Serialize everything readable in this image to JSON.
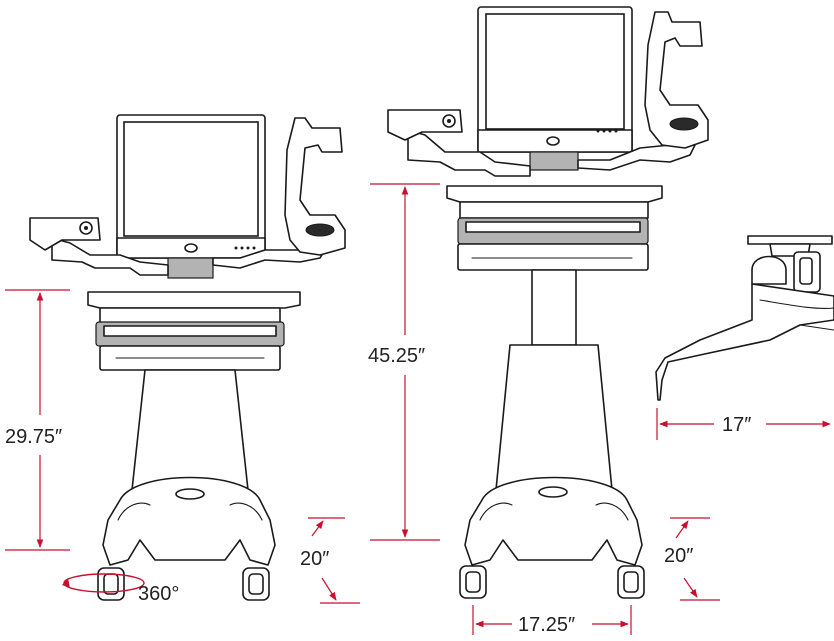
{
  "dimensions": {
    "cart_a_height": "29.75″",
    "cart_a_base_depth": "20″",
    "cart_a_rotation": "360°",
    "cart_b_height": "45.25″",
    "cart_b_base_depth": "20″",
    "cart_b_base_width": "17.25″",
    "arm_reach": "17″"
  },
  "colors": {
    "dimension_line": "#c8102e",
    "outline": "#1a1a1a",
    "accent_grey": "#b3b3b3"
  },
  "icons": [
    "computer-cart",
    "monitor",
    "keyboard-tray",
    "caster-wheel",
    "scanner-holder",
    "handset-holder",
    "mounting-arm"
  ]
}
